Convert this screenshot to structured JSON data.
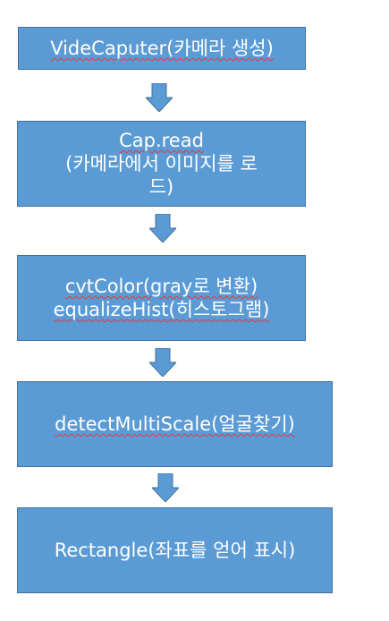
{
  "steps": [
    {
      "lines": [
        "VideCaputer(카메라 생성)"
      ]
    },
    {
      "lines": [
        "Cap.read",
        "(카메라에서 이미지를 로",
        "드)"
      ]
    },
    {
      "lines": [
        "cvtColor(gray로 변환)",
        "equalizeHist(히스토그램)"
      ]
    },
    {
      "lines": [
        "detectMultiScale(얼굴찾기)"
      ]
    },
    {
      "lines": [
        "Rectangle(좌표를 얻어 표시)"
      ]
    }
  ],
  "colors": {
    "box_fill": "#5b9bd5",
    "box_border": "#41719c",
    "text": "#ffffff",
    "spellcheck_underline": "#e03c3c"
  }
}
